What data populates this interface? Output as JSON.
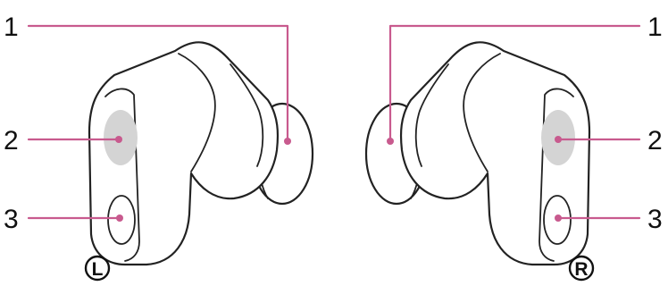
{
  "colors": {
    "leader": "#c85a8e",
    "outline": "#222222",
    "sensor": "#d4d4d4"
  },
  "callouts": {
    "one_left": "1",
    "one_right": "1",
    "two_left": "2",
    "two_right": "2",
    "three_left": "3",
    "three_right": "3"
  },
  "sides": {
    "left_mark": "L",
    "right_mark": "R"
  }
}
